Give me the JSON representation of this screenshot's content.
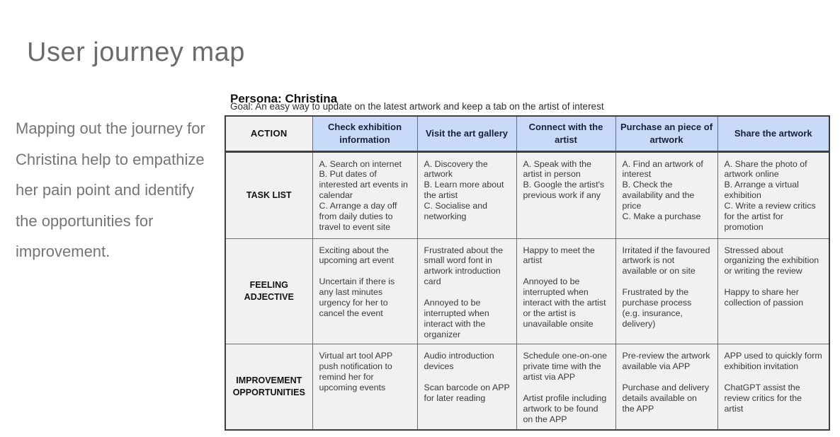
{
  "page": {
    "title": "User journey map",
    "intro": "Mapping out the journey for Christina help to empathize her pain point and identify the opportunities for improvement."
  },
  "persona": {
    "heading": "Persona: Christina",
    "goal": "Goal: An easy way to update on the latest artwork and keep a tab on the artist of interest"
  },
  "journey_table": {
    "corner_label": "ACTION",
    "stages": [
      "Check exhibition information",
      "Visit the art gallery",
      "Connect with the artist",
      "Purchase an piece of artwork",
      "Share the artwork"
    ],
    "rows": [
      {
        "label": "TASK LIST",
        "cells": [
          "A. Search on internet\nB. Put dates of interested art events in calendar\nC. Arrange a day off from daily duties to travel to event site",
          "A. Discovery the artwork\nB. Learn more about the artist\nC. Socialise and networking",
          "A. Speak with the artist in person\nB. Google the artist's previous work if any",
          "A. Find an artwork of interest\nB. Check the availability and the price\nC. Make a purchase",
          "A. Share the photo of artwork online\nB. Arrange a virtual exhibition\nC. Write a review critics for the artist for promotion"
        ]
      },
      {
        "label": "FEELING ADJECTIVE",
        "cells": [
          "Exciting about the upcoming art event\n\nUncertain if there is any last minutes urgency for her to cancel the event",
          "Frustrated about the small word font in artwork introduction card\n\nAnnoyed to be interrupted when interact with the organizer",
          "Happy to meet the artist\n\nAnnoyed to be interrupted when interact with the artist or the artist is unavailable onsite",
          "Irritated if the favoured artwork is not available or on site\n\nFrustrated by the purchase process (e.g. insurance, delivery)",
          "Stressed about organizing the exhibition or writing the review\n\nHappy to share her collection of passion"
        ]
      },
      {
        "label": "IMPROVEMENT OPPORTUNITIES",
        "cells": [
          "Virtual art tool APP push notification to remind her for upcoming events",
          "Audio introduction devices\n\nScan barcode on APP for later reading",
          "Schedule one-on-one private time with the artist via APP\n\nArtist profile including artwork to be found on the APP",
          "Pre-review the artwork available via APP\n\nPurchase and delivery details available on the APP",
          "APP used to quickly form exhibition invitation\n\nChatGPT assist the review critics for the artist"
        ]
      }
    ],
    "colors": {
      "stage_header_bg": "#c9daf8",
      "label_cell_bg": "#f1f1f1",
      "data_cell_bg": "#f1f1f2",
      "grid_border": "#6e6e6e",
      "heavy_border": "#3f3f3f",
      "title_gray": "#6b6b6b",
      "intro_gray": "#757575"
    }
  }
}
